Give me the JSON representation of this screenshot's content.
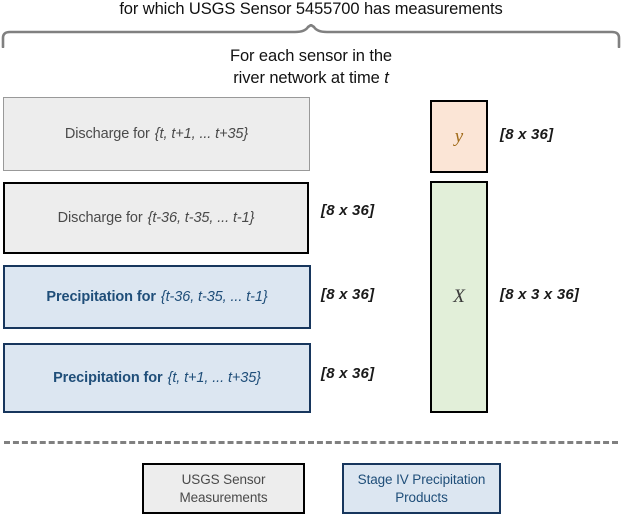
{
  "header": {
    "top_caption": "for which USGS Sensor 5455700 has measurements",
    "brace_caption_line1": "For each sensor in the",
    "brace_caption_line2_pre": "river network at time ",
    "brace_caption_line2_var": "t"
  },
  "boxes": [
    {
      "id": "discharge-future",
      "lead": "Discharge for",
      "range": "{t, t+1, ... t+35}",
      "shape": "",
      "fill": "#ededed",
      "stroke": "#999999",
      "text_color": "#4a4a4a"
    },
    {
      "id": "discharge-past",
      "lead": "Discharge for",
      "range": "{t-36, t-35, ... t-1}",
      "shape": "[8 x 36]",
      "fill": "#ededed",
      "stroke": "#000000",
      "text_color": "#4a4a4a"
    },
    {
      "id": "precip-past",
      "lead": "Precipitation for",
      "range": "{t-36, t-35, ... t-1}",
      "shape": "[8 x 36]",
      "fill": "#dce6f1",
      "stroke": "#17365d",
      "text_color": "#1f4e79"
    },
    {
      "id": "precip-future",
      "lead": "Precipitation for",
      "range": "{t, t+1, ... t+35}",
      "shape": "[8 x 36]",
      "fill": "#dce6f1",
      "stroke": "#17365d",
      "text_color": "#1f4e79"
    }
  ],
  "tensors": [
    {
      "id": "y",
      "glyph": "y",
      "shape": "[8 x 36]",
      "fill": "#fbe5d6",
      "stroke": "#000000",
      "glyph_color": "#a06a18"
    },
    {
      "id": "X",
      "glyph": "X",
      "shape": "[8 x 3 x 36]",
      "fill": "#e2efd9",
      "stroke": "#000000",
      "glyph_color": "#3a3a3a"
    }
  ],
  "legend": {
    "usgs_line1": "USGS Sensor",
    "usgs_line2": "Measurements",
    "stageiv_line1": "Stage IV Precipitation",
    "stageiv_line2": "Products"
  },
  "colors": {
    "grey_fill": "#ededed",
    "blue_fill": "#dce6f1",
    "blue_stroke": "#17365d",
    "blue_text": "#1f4e79",
    "peach_fill": "#fbe5d6",
    "green_fill": "#e2efd9",
    "brace_stroke": "#808080",
    "divider": "#808080"
  }
}
